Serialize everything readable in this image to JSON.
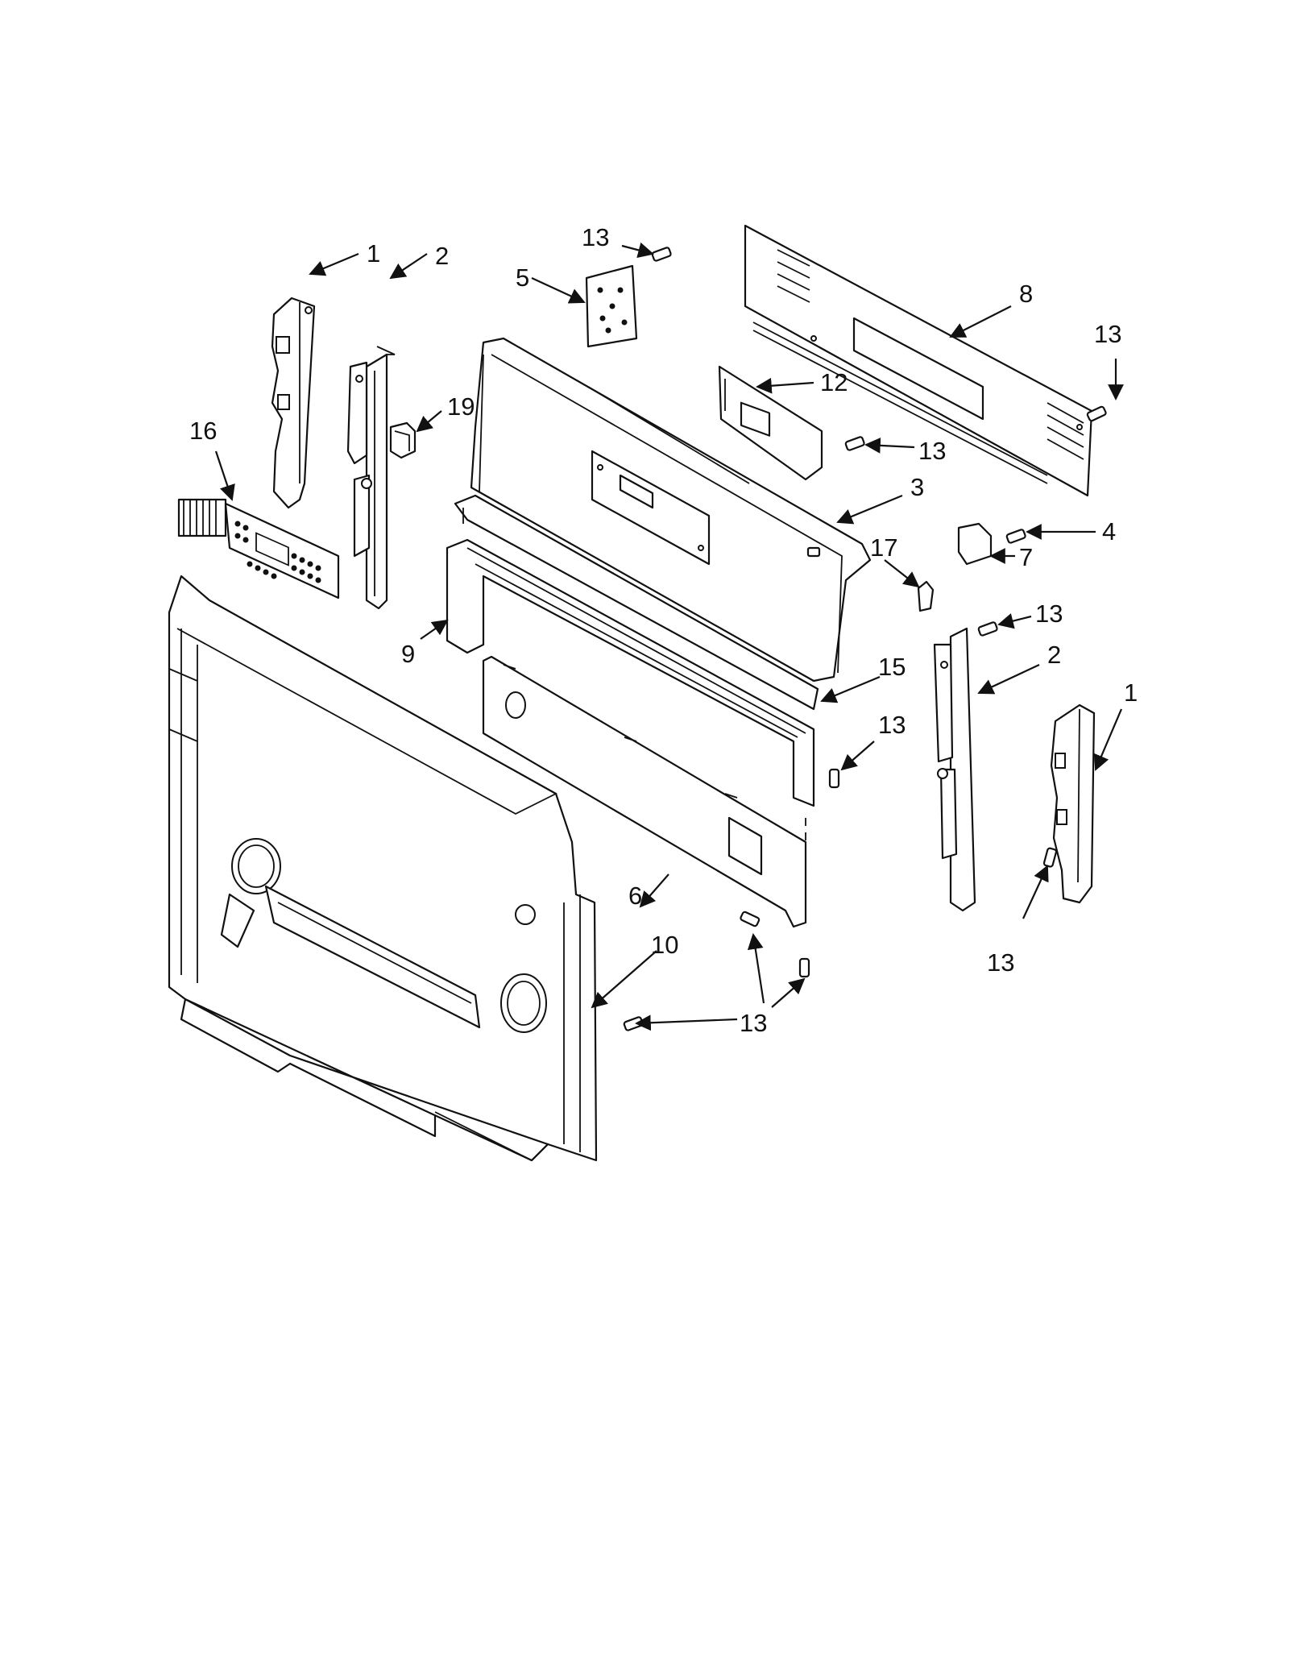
{
  "callouts": [
    {
      "id": "c1a",
      "text": "1"
    },
    {
      "id": "c1b",
      "text": "1"
    },
    {
      "id": "c2a",
      "text": "2"
    },
    {
      "id": "c2b",
      "text": "2"
    },
    {
      "id": "c3",
      "text": "3"
    },
    {
      "id": "c4",
      "text": "4"
    },
    {
      "id": "c5",
      "text": "5"
    },
    {
      "id": "c6",
      "text": "6"
    },
    {
      "id": "c7",
      "text": "7"
    },
    {
      "id": "c8",
      "text": "8"
    },
    {
      "id": "c9",
      "text": "9"
    },
    {
      "id": "c10",
      "text": "10"
    },
    {
      "id": "c12",
      "text": "12"
    },
    {
      "id": "c13a",
      "text": "13"
    },
    {
      "id": "c13b",
      "text": "13"
    },
    {
      "id": "c13c",
      "text": "13"
    },
    {
      "id": "c13d",
      "text": "13"
    },
    {
      "id": "c13e",
      "text": "13"
    },
    {
      "id": "c13f",
      "text": "13"
    },
    {
      "id": "c13g",
      "text": "13"
    },
    {
      "id": "c15",
      "text": "15"
    },
    {
      "id": "c16",
      "text": "16"
    },
    {
      "id": "c17",
      "text": "17"
    },
    {
      "id": "c19",
      "text": "19"
    }
  ]
}
